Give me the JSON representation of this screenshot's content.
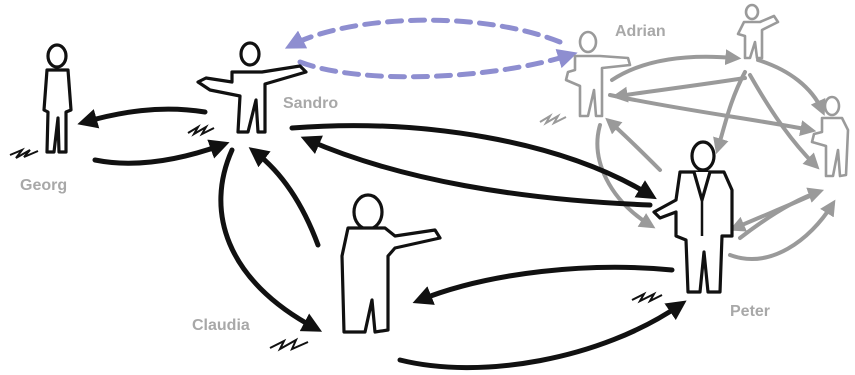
{
  "people": {
    "georg": "Georg",
    "sandro": "Sandro",
    "claudia": "Claudia",
    "peter": "Peter",
    "adrian": "Adrian"
  },
  "colors": {
    "core_relation": "#111111",
    "peripheral_relation": "#9a9a9a",
    "weak_link": "#8e8ed0",
    "label": "#a8a8a8"
  },
  "legend_semantics": {
    "georg": "person-icon",
    "sandro": "person-pointing-icon",
    "claudia": "person-pointing-icon",
    "peter": "person-suit-icon",
    "adrian": "person-grey-icon"
  }
}
